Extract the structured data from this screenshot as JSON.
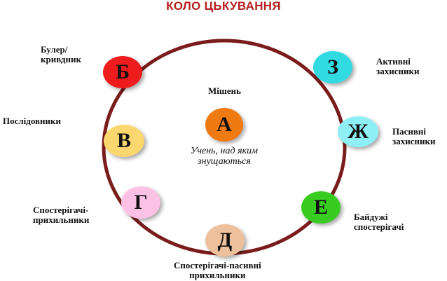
{
  "title": "КОЛО ЦЬКУВАННЯ",
  "colors": {
    "ring": "#7a1c1c",
    "title": "#b52020"
  },
  "center": {
    "heading": "Мішень",
    "letter": "А",
    "color": "#f07a12",
    "caption": "Учень, над яким\nзнущаються"
  },
  "nodes": [
    {
      "id": "b",
      "letter": "Б",
      "color": "#ee1c1c",
      "label": "Булер/\nкривдник"
    },
    {
      "id": "v",
      "letter": "В",
      "color": "#fcd770",
      "label": "Послідовники"
    },
    {
      "id": "h",
      "letter": "Г",
      "color": "#fcc2e6",
      "label": "Спостерігачі-\nприхильники"
    },
    {
      "id": "d",
      "letter": "Д",
      "color": "#eec09c",
      "label": "Спостерігачі-пасивні\nприхильники"
    },
    {
      "id": "ye",
      "letter": "Е",
      "color": "#38cc20",
      "label": "Байдужі\nспостерігачі"
    },
    {
      "id": "zh",
      "letter": "Ж",
      "color": "#8ef0f4",
      "label": "Пасивні\nзахисники"
    },
    {
      "id": "z",
      "letter": "З",
      "color": "#32dbe2",
      "label": "Активні\nзахисники"
    }
  ]
}
